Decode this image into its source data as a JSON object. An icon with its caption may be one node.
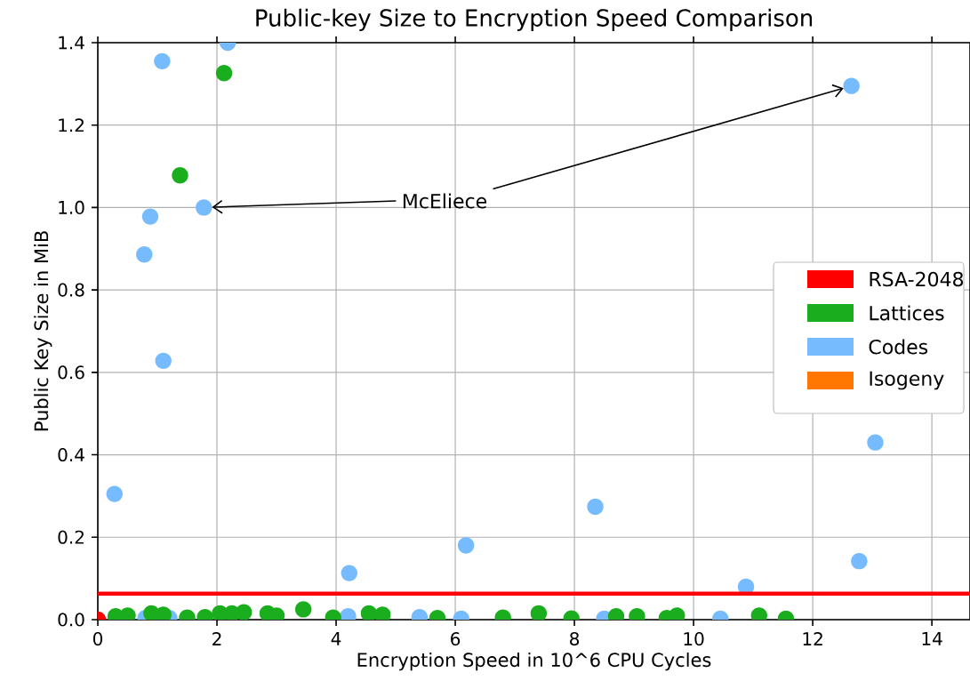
{
  "diagram": {
    "chart_data": {
      "type": "scatter",
      "title": "Public-key Size to Encryption Speed Comparison",
      "xlabel": "Encryption Speed in 10^6 CPU Cycles",
      "ylabel": "Public Key Size in MiB",
      "xlim": [
        0,
        14.64
      ],
      "ylim": [
        0,
        1.4
      ],
      "xticks": [
        0,
        2,
        4,
        6,
        8,
        10,
        12,
        14
      ],
      "yticks": [
        {
          "value": 0,
          "label": "0.0"
        },
        {
          "value": 0.2,
          "label": "0.2"
        },
        {
          "value": 0.4,
          "label": "0.4"
        },
        {
          "value": 0.6,
          "label": "0.6"
        },
        {
          "value": 0.8,
          "label": "0.8"
        },
        {
          "value": 1.0,
          "label": "1.0"
        },
        {
          "value": 1.2,
          "label": "1.2"
        },
        {
          "value": 1.4,
          "label": "1.4"
        }
      ],
      "series": [
        {
          "color": "#77bbff",
          "x": [
            1.08,
            2.18,
            0.88,
            0.78,
            1.78,
            1.1,
            0.28,
            12.65,
            13.05,
            12.78,
            8.35,
            6.18,
            4.22,
            10.88,
            0.8,
            1.2,
            4.2,
            5.4,
            6.1,
            8.5,
            10.45
          ],
          "values": [
            1.355,
            1.4,
            0.978,
            0.886,
            1.0,
            0.628,
            0.305,
            1.295,
            0.43,
            0.142,
            0.274,
            0.18,
            0.113,
            0.08,
            0.004,
            0.004,
            0.008,
            0.006,
            0.002,
            0.002,
            0.002
          ]
        },
        {
          "color": "#1aae1e",
          "x": [
            2.12,
            1.38,
            0.3,
            0.5,
            0.9,
            1.1,
            1.5,
            1.8,
            2.05,
            2.25,
            2.45,
            2.85,
            3.0,
            3.45,
            3.95,
            4.55,
            4.78,
            5.7,
            6.8,
            7.4,
            7.95,
            8.7,
            9.05,
            9.55,
            9.72,
            11.1,
            11.55
          ],
          "values": [
            1.326,
            1.078,
            0.008,
            0.01,
            0.015,
            0.012,
            0.005,
            0.006,
            0.015,
            0.015,
            0.018,
            0.015,
            0.01,
            0.025,
            0.005,
            0.015,
            0.012,
            0.004,
            0.005,
            0.015,
            0.003,
            0.008,
            0.008,
            0.004,
            0.01,
            0.01,
            0.002
          ]
        },
        {
          "color": "#ff0000",
          "x": [
            0.0
          ],
          "values": [
            0.0
          ]
        }
      ],
      "ref_lines": [
        {
          "axis": "y",
          "value": 0.063,
          "color": "#ff0000"
        }
      ],
      "grid": true,
      "annotations": [
        "McEliece"
      ]
    },
    "legend": [
      {
        "text": "RSA-2048",
        "color": "#ff0000"
      },
      {
        "text": "Lattices",
        "color": "#1aae1e"
      },
      {
        "text": "Codes",
        "color": "#77bbff"
      },
      {
        "text": "Isogeny",
        "color": "#ff7700"
      }
    ]
  }
}
